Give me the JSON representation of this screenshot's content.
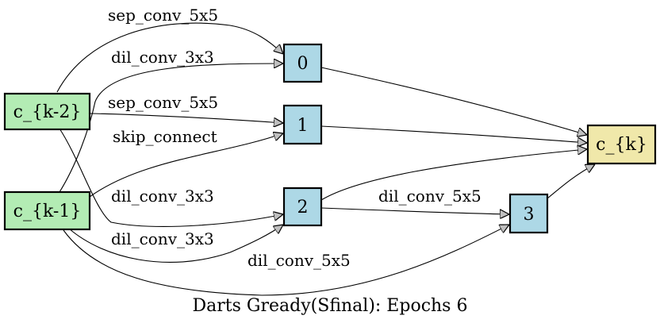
{
  "diagram": {
    "caption": "Darts Gready(Sfinal): Epochs 6",
    "colors": {
      "input_fill": "#b3ecb4",
      "intermediate_fill": "#add8e6",
      "output_fill": "#f0e8aa",
      "arrowhead_fill": "#bfbfbf"
    },
    "nodes": {
      "ck2": "c_{k-2}",
      "ck1": "c_{k-1}",
      "n0": "0",
      "n1": "1",
      "n2": "2",
      "n3": "3",
      "ck": "c_{k}"
    },
    "edges": [
      {
        "from": "c_{k-2}",
        "to": "0",
        "label": "sep_conv_5x5"
      },
      {
        "from": "c_{k-1}",
        "to": "0",
        "label": "dil_conv_3x3"
      },
      {
        "from": "c_{k-2}",
        "to": "1",
        "label": "sep_conv_5x5"
      },
      {
        "from": "c_{k-1}",
        "to": "1",
        "label": "skip_connect"
      },
      {
        "from": "c_{k-2}",
        "to": "2",
        "label": "dil_conv_3x3"
      },
      {
        "from": "c_{k-1}",
        "to": "2",
        "label": "dil_conv_3x3"
      },
      {
        "from": "2",
        "to": "3",
        "label": "dil_conv_5x5"
      },
      {
        "from": "c_{k-1}",
        "to": "3",
        "label": "dil_conv_5x5"
      },
      {
        "from": "0",
        "to": "c_{k}",
        "label": ""
      },
      {
        "from": "1",
        "to": "c_{k}",
        "label": ""
      },
      {
        "from": "2",
        "to": "c_{k}",
        "label": ""
      },
      {
        "from": "3",
        "to": "c_{k}",
        "label": ""
      }
    ]
  }
}
